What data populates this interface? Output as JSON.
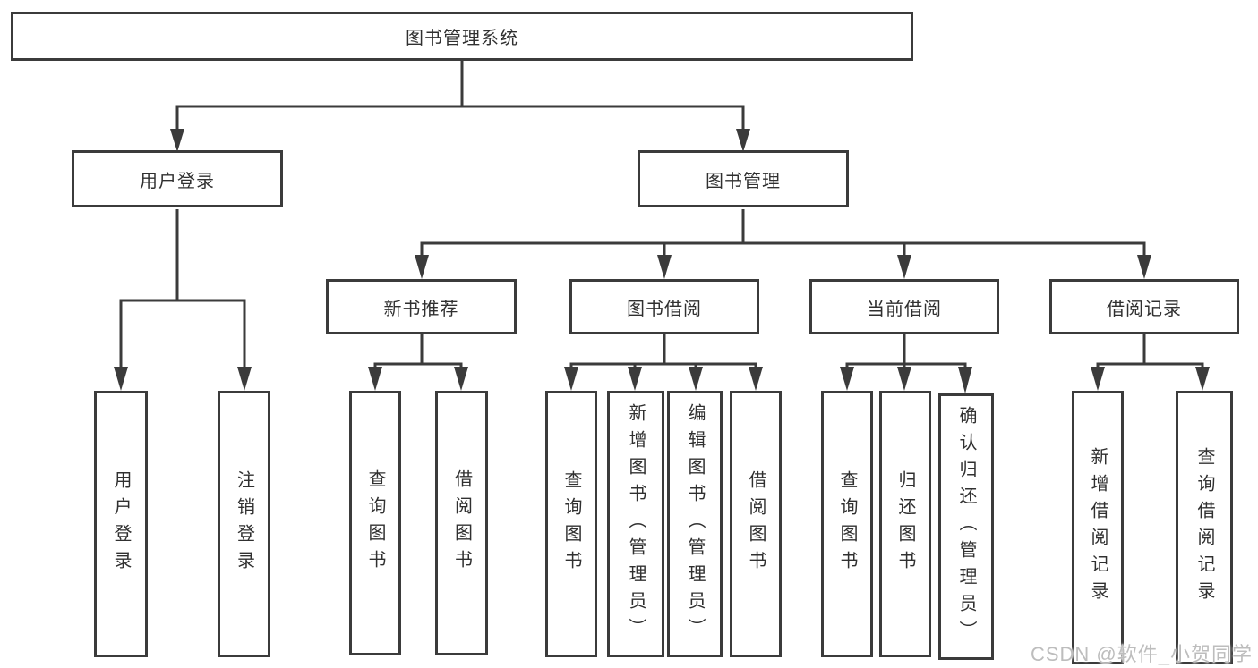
{
  "diagram_title": "图书管理系统",
  "nodes": {
    "root": {
      "label": "图书管理系统"
    },
    "user_login": {
      "label": "用户登录"
    },
    "book_management": {
      "label": "图书管理"
    },
    "new_book_recommend": {
      "label": "新书推荐"
    },
    "book_borrowing": {
      "label": "图书借阅"
    },
    "current_borrowing": {
      "label": "当前借阅"
    },
    "borrowing_records": {
      "label": "借阅记录"
    },
    "user_login_leaf": {
      "label": "用户登录"
    },
    "logout_leaf": {
      "label": "注销登录"
    },
    "rec_query_books": {
      "label": "查询图书"
    },
    "rec_borrow_books": {
      "label": "借阅图书"
    },
    "bb_query_books": {
      "label": "查询图书"
    },
    "bb_add_books": {
      "label": "新增图书（管理员）"
    },
    "bb_edit_books": {
      "label": "编辑图书（管理员）"
    },
    "bb_borrow_books": {
      "label": "借阅图书"
    },
    "cb_query_books": {
      "label": "查询图书"
    },
    "cb_return_books": {
      "label": "归还图书"
    },
    "cb_confirm_return": {
      "label": "确认归还（管理员）"
    },
    "br_add_record": {
      "label": "新增借阅记录"
    },
    "br_query_record": {
      "label": "查询借阅记录"
    }
  },
  "watermark": {
    "text": "CSDN @软件_小贺同学"
  },
  "colors": {
    "line": "#3b3b3b",
    "text": "#303030",
    "background": "#ffffff",
    "watermark": "#bdbdbd"
  }
}
